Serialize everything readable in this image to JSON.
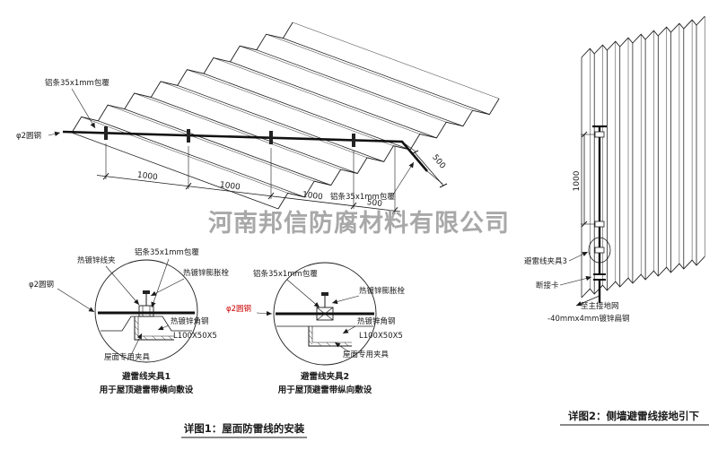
{
  "watermark": "河南邦信防腐材料有限公司",
  "figure1": {
    "caption": "详图1：屋面防雷线的安装",
    "roof": {
      "label_alu_strip_top": "铝条35x1mm包覆",
      "label_alu_strip_right": "铝条35x1mm包覆",
      "label_round_steel": "φ2圆钢",
      "dim_chain": [
        "1000",
        "1000",
        "1000",
        "500"
      ],
      "dim_slope": "500"
    },
    "detail1": {
      "title": "避雷线夹具1",
      "subtitle": "用于屋顶避雷带横向敷设",
      "labels": {
        "clip": "热镀锌线夹",
        "alu_strip": "铝条35x1mm包覆",
        "bolt": "热镀锌膨胀栓",
        "round_steel": "φ2圆钢",
        "angle_steel": "热镀锌角钢",
        "angle_size": "L100X50X5",
        "fixture": "屋面专用夹具"
      }
    },
    "detail2": {
      "title": "避雷线夹具2",
      "subtitle": "用于屋顶避雷带纵向敷设",
      "labels": {
        "alu_strip": "铝条35x1mm包覆",
        "bolt": "热镀锌膨胀栓",
        "round_steel": "φ2圆钢",
        "angle_steel": "热镀锌角钢",
        "angle_size": "L100X50X5",
        "fixture": "屋面专用夹具"
      }
    }
  },
  "figure2": {
    "caption": "详图2：侧墙避雷线接地引下",
    "dim": "1000",
    "labels": {
      "clamp3": "避雷线夹具3",
      "disconnect": "断接卡",
      "to_ground": "至主接地网",
      "flat_steel": "-40mmx4mm镀锌扁钢"
    }
  },
  "colors": {
    "line": "#1a1a1a",
    "accent_red": "#cc0000",
    "watermark_gray": "#9a9a9a"
  }
}
